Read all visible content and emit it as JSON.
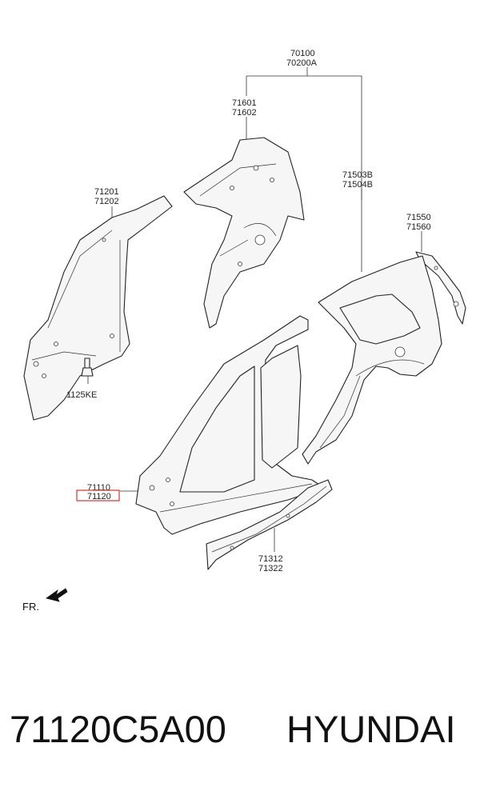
{
  "labels": {
    "assembly_a": "70100",
    "assembly_b": "70200A",
    "quarter_inner_a": "71601",
    "quarter_inner_b": "71602",
    "quarter_outer_a": "71503B",
    "quarter_outer_b": "71504B",
    "pillar_a": "71201",
    "pillar_b": "71202",
    "bracket_a": "71550",
    "bracket_b": "71560",
    "bolt": "1125KE",
    "side_outer_a": "71110",
    "side_outer_b": "71120",
    "sill_a": "71312",
    "sill_b": "71322",
    "front_indicator": "FR."
  },
  "highlight_color": "#e03030",
  "caption": {
    "part_number": "71120C5A00",
    "brand": "HYUNDAI"
  }
}
